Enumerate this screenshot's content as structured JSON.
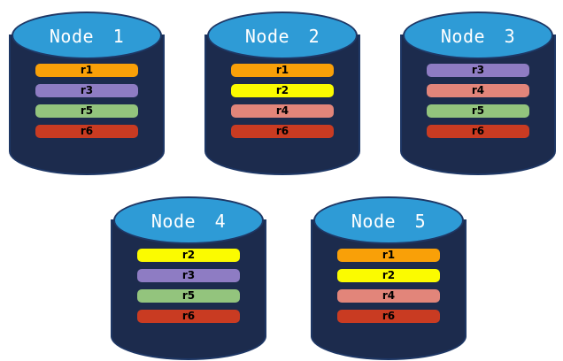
{
  "diagram": {
    "type": "database-replication-diagram",
    "background": "#ffffff",
    "colors": {
      "cylinder_body_fill": "#1c2b4d",
      "cylinder_outline": "#1e3765",
      "cylinder_top_fill": "#2e9bd6",
      "node_label_text": "#ffffff",
      "bar_label_text": "#000000"
    },
    "replica_colors": {
      "r1": "#f9a008",
      "r2": "#fbfb00",
      "r3": "#8e7cc3",
      "r4": "#e2857a",
      "r5": "#93c47d",
      "r6": "#c93b22"
    },
    "nodes": [
      {
        "label": "Node 1",
        "replicas": [
          "r1",
          "r3",
          "r5",
          "r6"
        ]
      },
      {
        "label": "Node 2",
        "replicas": [
          "r1",
          "r2",
          "r4",
          "r6"
        ]
      },
      {
        "label": "Node 3",
        "replicas": [
          "r3",
          "r4",
          "r5",
          "r6"
        ]
      },
      {
        "label": "Node 4",
        "replicas": [
          "r2",
          "r3",
          "r5",
          "r6"
        ]
      },
      {
        "label": "Node 5",
        "replicas": [
          "r1",
          "r2",
          "r4",
          "r6"
        ]
      }
    ],
    "layout_rows": [
      [
        0,
        1,
        2
      ],
      [
        3,
        4
      ]
    ]
  }
}
